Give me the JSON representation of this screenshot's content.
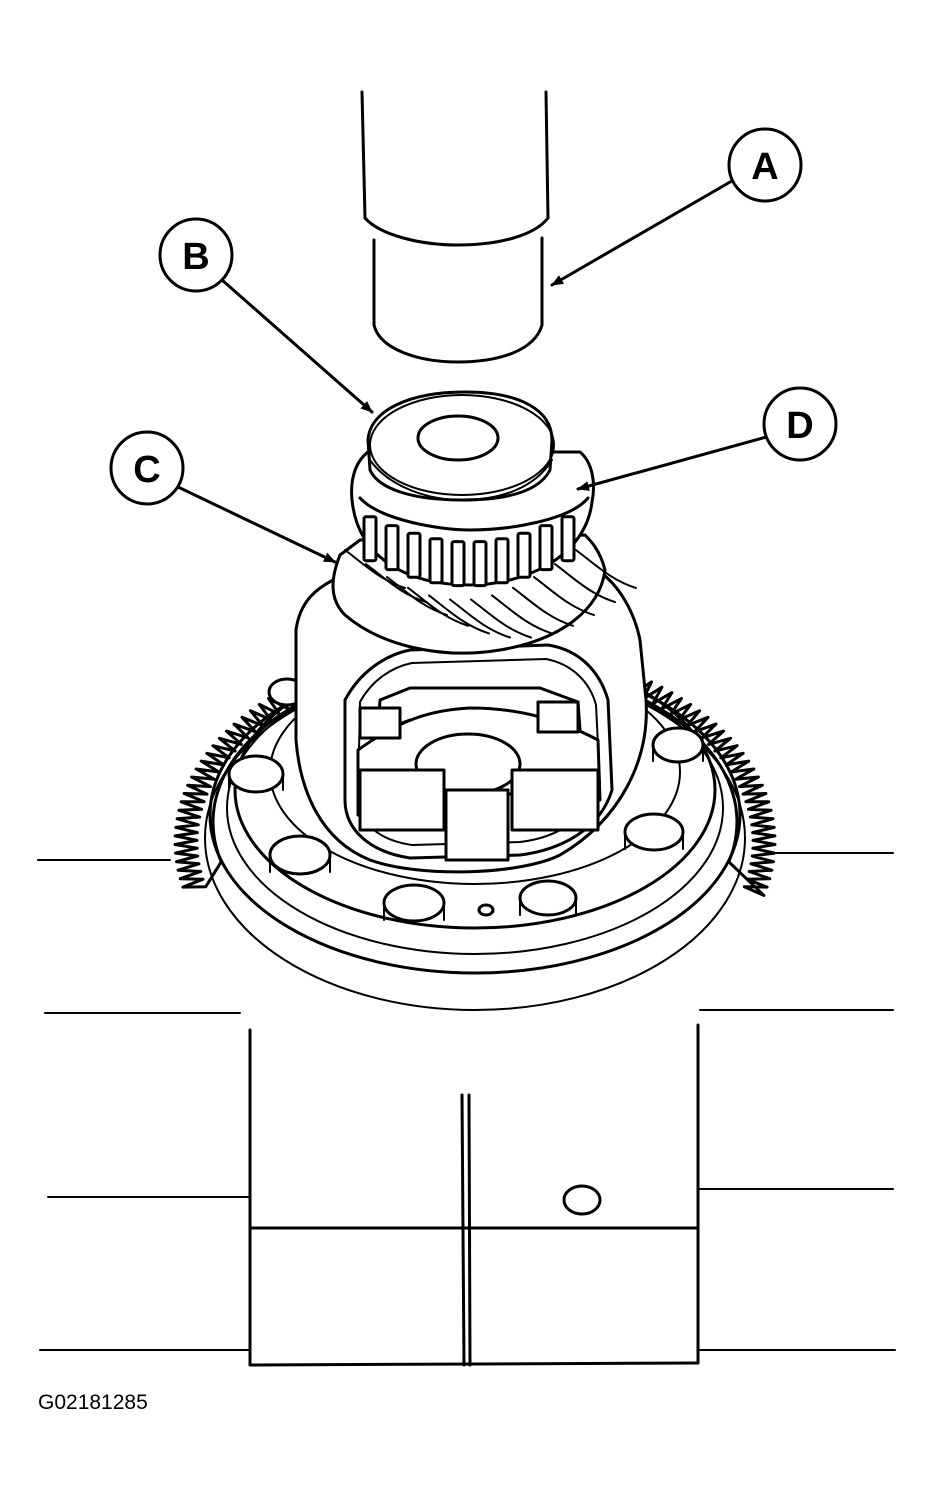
{
  "figure": {
    "code": "G02181285"
  },
  "callouts": [
    {
      "id": "A",
      "label": "A"
    },
    {
      "id": "B",
      "label": "B"
    },
    {
      "id": "C",
      "label": "C"
    },
    {
      "id": "D",
      "label": "D"
    }
  ],
  "colors": {
    "ink": "#000000",
    "paper": "#ffffff"
  }
}
